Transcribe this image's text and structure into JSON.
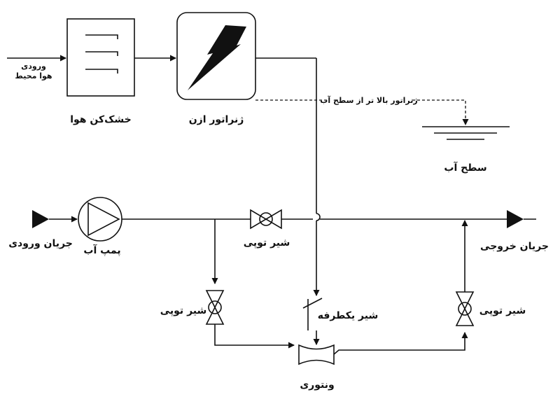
{
  "labels": {
    "air_input": [
      "ورودی",
      "هوا محیط"
    ],
    "air_dryer": "خشک‌کن هوا",
    "ozone_generator": "ژنراتور ازن",
    "generator_note": "ژنراتور بالا تر از سطح آب",
    "water_level": "سطح آب",
    "input_flow": "جریان ورودی",
    "water_pump": "پمپ آب",
    "ball_valve_top": "شیر توپی",
    "ball_valve_left": "شیر توپی",
    "ball_valve_right": "شیر توپی",
    "check_valve": "شیر یکطرفه",
    "venturi": "ونتوری",
    "output_flow": "جریان خروجی"
  }
}
